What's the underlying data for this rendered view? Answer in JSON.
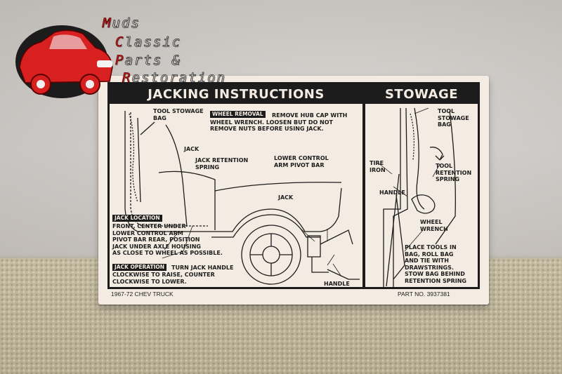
{
  "logo": {
    "lines": [
      {
        "cap": "M",
        "rest": "uds"
      },
      {
        "cap": "C",
        "rest": "lassic"
      },
      {
        "cap": "P",
        "rest": "arts &"
      },
      {
        "cap": "R",
        "rest": "estoration"
      }
    ],
    "colors": {
      "accent": "#d82020",
      "outline": "#2a2a2a"
    }
  },
  "card": {
    "jacking": {
      "title": "JACKING INSTRUCTIONS",
      "labels": {
        "tool_stowage_bag": "TOOL STOWAGE\nBAG",
        "jack_top": "JACK",
        "jack_retention_spring": "JACK RETENTION\nSPRING",
        "lower_control_arm": "LOWER CONTROL\nARM PIVOT BAR",
        "jack_mid": "JACK",
        "handle": "HANDLE"
      },
      "wheel_removal": {
        "tag": "WHEEL REMOVAL",
        "text": "REMOVE HUB CAP WITH\nWHEEL WRENCH. LOOSEN BUT DO NOT\nREMOVE NUTS BEFORE USING JACK."
      },
      "jack_location": {
        "tag": "JACK LOCATION",
        "text": "FRONT, CENTER UNDER\nLOWER CONTROL ARM\nPIVOT BAR REAR, POSITION\nJACK UNDER AXLE HOUSING\nAS CLOSE TO WHEEL AS POSSIBLE."
      },
      "jack_operation": {
        "tag": "JACK OPERATION",
        "text1": "TURN JACK HANDLE",
        "text2": "CLOCKWISE TO RAISE, COUNTER\nCLOCKWISE TO LOWER."
      }
    },
    "stowage": {
      "title": "STOWAGE",
      "labels": {
        "tool_stowage_bag": "TOOL\nSTOWAGE\nBAG",
        "tool_retention_spring": "TOOL\nRETENTION\nSPRING",
        "tire_iron": "TIRE\nIRON",
        "handle": "HANDLE",
        "wheel_wrench": "WHEEL\nWRENCH",
        "instructions": "PLACE TOOLS IN\nBAG, ROLL BAG\nAND TIE WITH\nDRAWSTRINGS.\nSTOW BAG BEHIND\nRETENTION SPRING"
      }
    },
    "footer": {
      "left": "1967-72 CHEV TRUCK",
      "right": "PART NO. 3937381"
    }
  },
  "colors": {
    "card": "#f4ece2",
    "ink": "#1c1c1c",
    "wall": "#cfcac5",
    "carpet": "#b9b196"
  }
}
